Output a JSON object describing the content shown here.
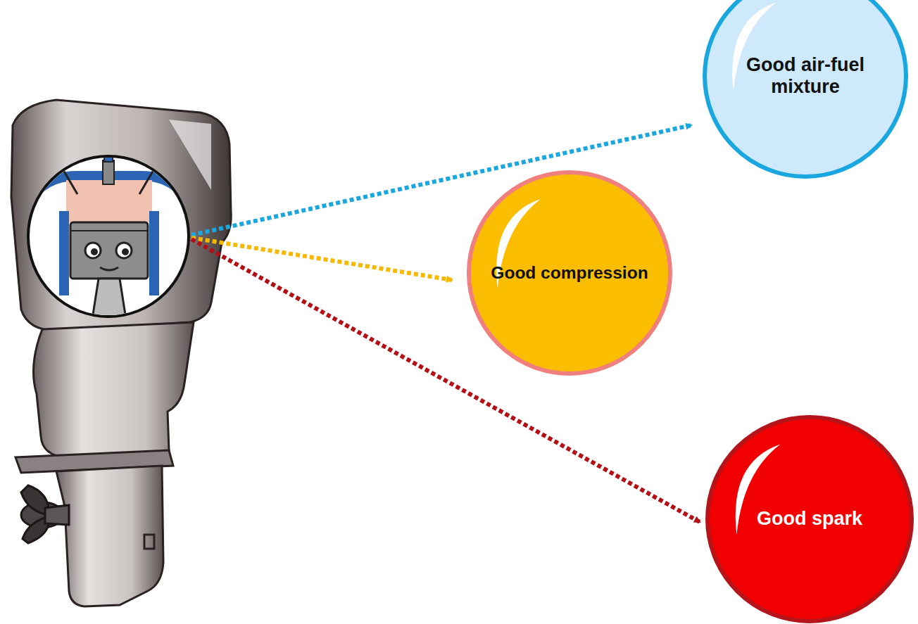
{
  "diagram": {
    "nodes": [
      {
        "text": [
          "Good air-fuel mixture"
        ]
      },
      {
        "text": [
          "Good compression"
        ]
      },
      {
        "text": [
          "Good spark"
        ]
      }
    ]
  }
}
